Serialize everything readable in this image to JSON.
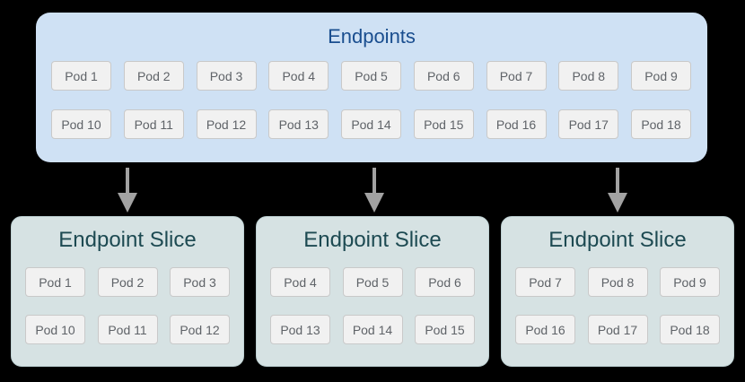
{
  "colors": {
    "page_background": "#000000",
    "endpoints_box_background": "#cfe1f4",
    "endpoints_title_color": "#1a4e8f",
    "slice_box_background": "#d6e2e3",
    "slice_box_border": "#bdd0d2",
    "slice_title_color": "#1d4a52",
    "pod_background": "#f1f1f1",
    "pod_border": "#c9c9c9",
    "pod_text_color": "#5f6368",
    "arrow_color": "#a2a2a2"
  },
  "endpoints": {
    "title": "Endpoints",
    "rows": [
      [
        "Pod 1",
        "Pod 2",
        "Pod 3",
        "Pod 4",
        "Pod 5",
        "Pod 6",
        "Pod 7",
        "Pod 8",
        "Pod 9"
      ],
      [
        "Pod 10",
        "Pod 11",
        "Pod 12",
        "Pod 13",
        "Pod 14",
        "Pod 15",
        "Pod 16",
        "Pod 17",
        "Pod 18"
      ]
    ]
  },
  "arrows": {
    "count": 3,
    "direction": "down"
  },
  "slices": [
    {
      "title": "Endpoint Slice",
      "rows": [
        [
          "Pod 1",
          "Pod 2",
          "Pod 3"
        ],
        [
          "Pod 10",
          "Pod 11",
          "Pod 12"
        ]
      ]
    },
    {
      "title": "Endpoint Slice",
      "rows": [
        [
          "Pod 4",
          "Pod 5",
          "Pod 6"
        ],
        [
          "Pod 13",
          "Pod 14",
          "Pod 15"
        ]
      ]
    },
    {
      "title": "Endpoint Slice",
      "rows": [
        [
          "Pod 7",
          "Pod 8",
          "Pod 9"
        ],
        [
          "Pod 16",
          "Pod 17",
          "Pod 18"
        ]
      ]
    }
  ]
}
